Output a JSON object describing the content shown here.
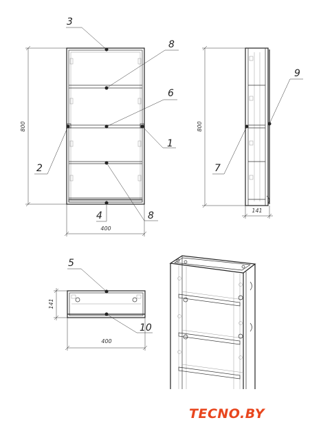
{
  "front_view": {
    "callouts": [
      "3",
      "8",
      "6",
      "1",
      "2",
      "4",
      "8"
    ],
    "height_dim": "800",
    "width_dim": "400"
  },
  "side_view": {
    "callouts": [
      "9",
      "7"
    ],
    "height_dim": "800",
    "depth_dim": "141"
  },
  "top_view": {
    "callouts": [
      "5",
      "10"
    ],
    "depth_dim": "141",
    "width_dim": "400"
  },
  "logo": {
    "text": "TECNO.BY",
    "color": "#e8461e"
  }
}
